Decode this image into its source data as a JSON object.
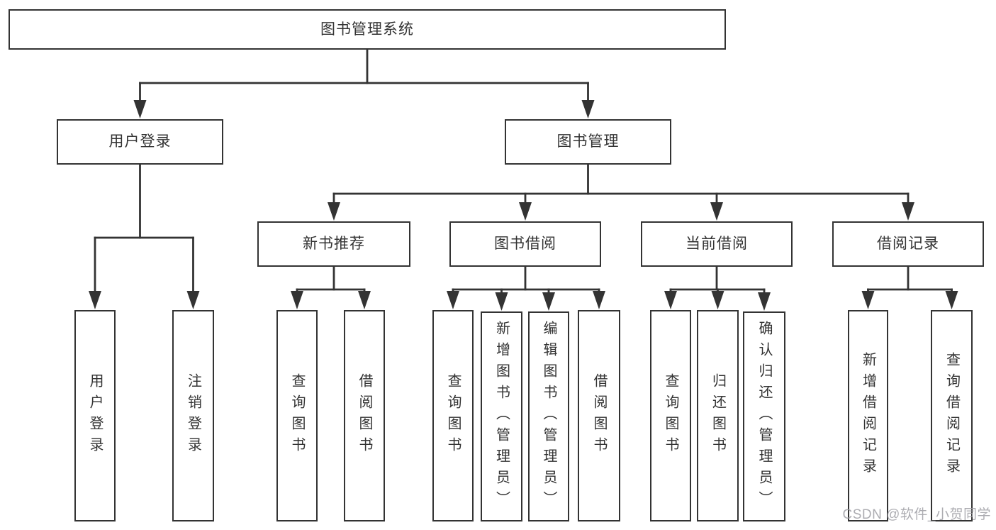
{
  "diagram": {
    "title": "图书管理系统",
    "colors": {
      "line": "#333333",
      "text": "#333333",
      "background": "#ffffff",
      "watermark": "#9e9ea4"
    },
    "nodes": [
      {
        "id": "root",
        "label": "图书管理系统",
        "parent": null,
        "vertical": false
      },
      {
        "id": "user-login",
        "label": "用户登录",
        "parent": "root",
        "vertical": false
      },
      {
        "id": "book-mgmt",
        "label": "图书管理",
        "parent": "root",
        "vertical": false
      },
      {
        "id": "op-user-login",
        "label": "用户登录",
        "parent": "user-login",
        "vertical": true
      },
      {
        "id": "op-logout",
        "label": "注销登录",
        "parent": "user-login",
        "vertical": true
      },
      {
        "id": "new-book-rec",
        "label": "新书推荐",
        "parent": "book-mgmt",
        "vertical": false
      },
      {
        "id": "book-borrow",
        "label": "图书借阅",
        "parent": "book-mgmt",
        "vertical": false
      },
      {
        "id": "current-borrow",
        "label": "当前借阅",
        "parent": "book-mgmt",
        "vertical": false
      },
      {
        "id": "borrow-records",
        "label": "借阅记录",
        "parent": "book-mgmt",
        "vertical": false
      },
      {
        "id": "op-query-books-1",
        "label": "查询图书",
        "parent": "new-book-rec",
        "vertical": true
      },
      {
        "id": "op-borrow-book-1",
        "label": "借阅图书",
        "parent": "new-book-rec",
        "vertical": true
      },
      {
        "id": "op-query-books-2",
        "label": "查询图书",
        "parent": "book-borrow",
        "vertical": true
      },
      {
        "id": "op-add-book",
        "label": "新增图书（管理员）",
        "parent": "book-borrow",
        "vertical": true
      },
      {
        "id": "op-edit-book",
        "label": "编辑图书（管理员）",
        "parent": "book-borrow",
        "vertical": true
      },
      {
        "id": "op-borrow-book-2",
        "label": "借阅图书",
        "parent": "book-borrow",
        "vertical": true
      },
      {
        "id": "op-query-books-3",
        "label": "查询图书",
        "parent": "current-borrow",
        "vertical": true
      },
      {
        "id": "op-return-book",
        "label": "归还图书",
        "parent": "current-borrow",
        "vertical": true
      },
      {
        "id": "op-confirm-return",
        "label": "确认归还（管理员）",
        "parent": "current-borrow",
        "vertical": true
      },
      {
        "id": "op-add-borrow-record",
        "label": "新增借阅记录",
        "parent": "borrow-records",
        "vertical": true
      },
      {
        "id": "op-query-borrow-record",
        "label": "查询借阅记录",
        "parent": "borrow-records",
        "vertical": true
      }
    ]
  },
  "watermark": {
    "text": "CSDN @软件_小贺同学"
  }
}
